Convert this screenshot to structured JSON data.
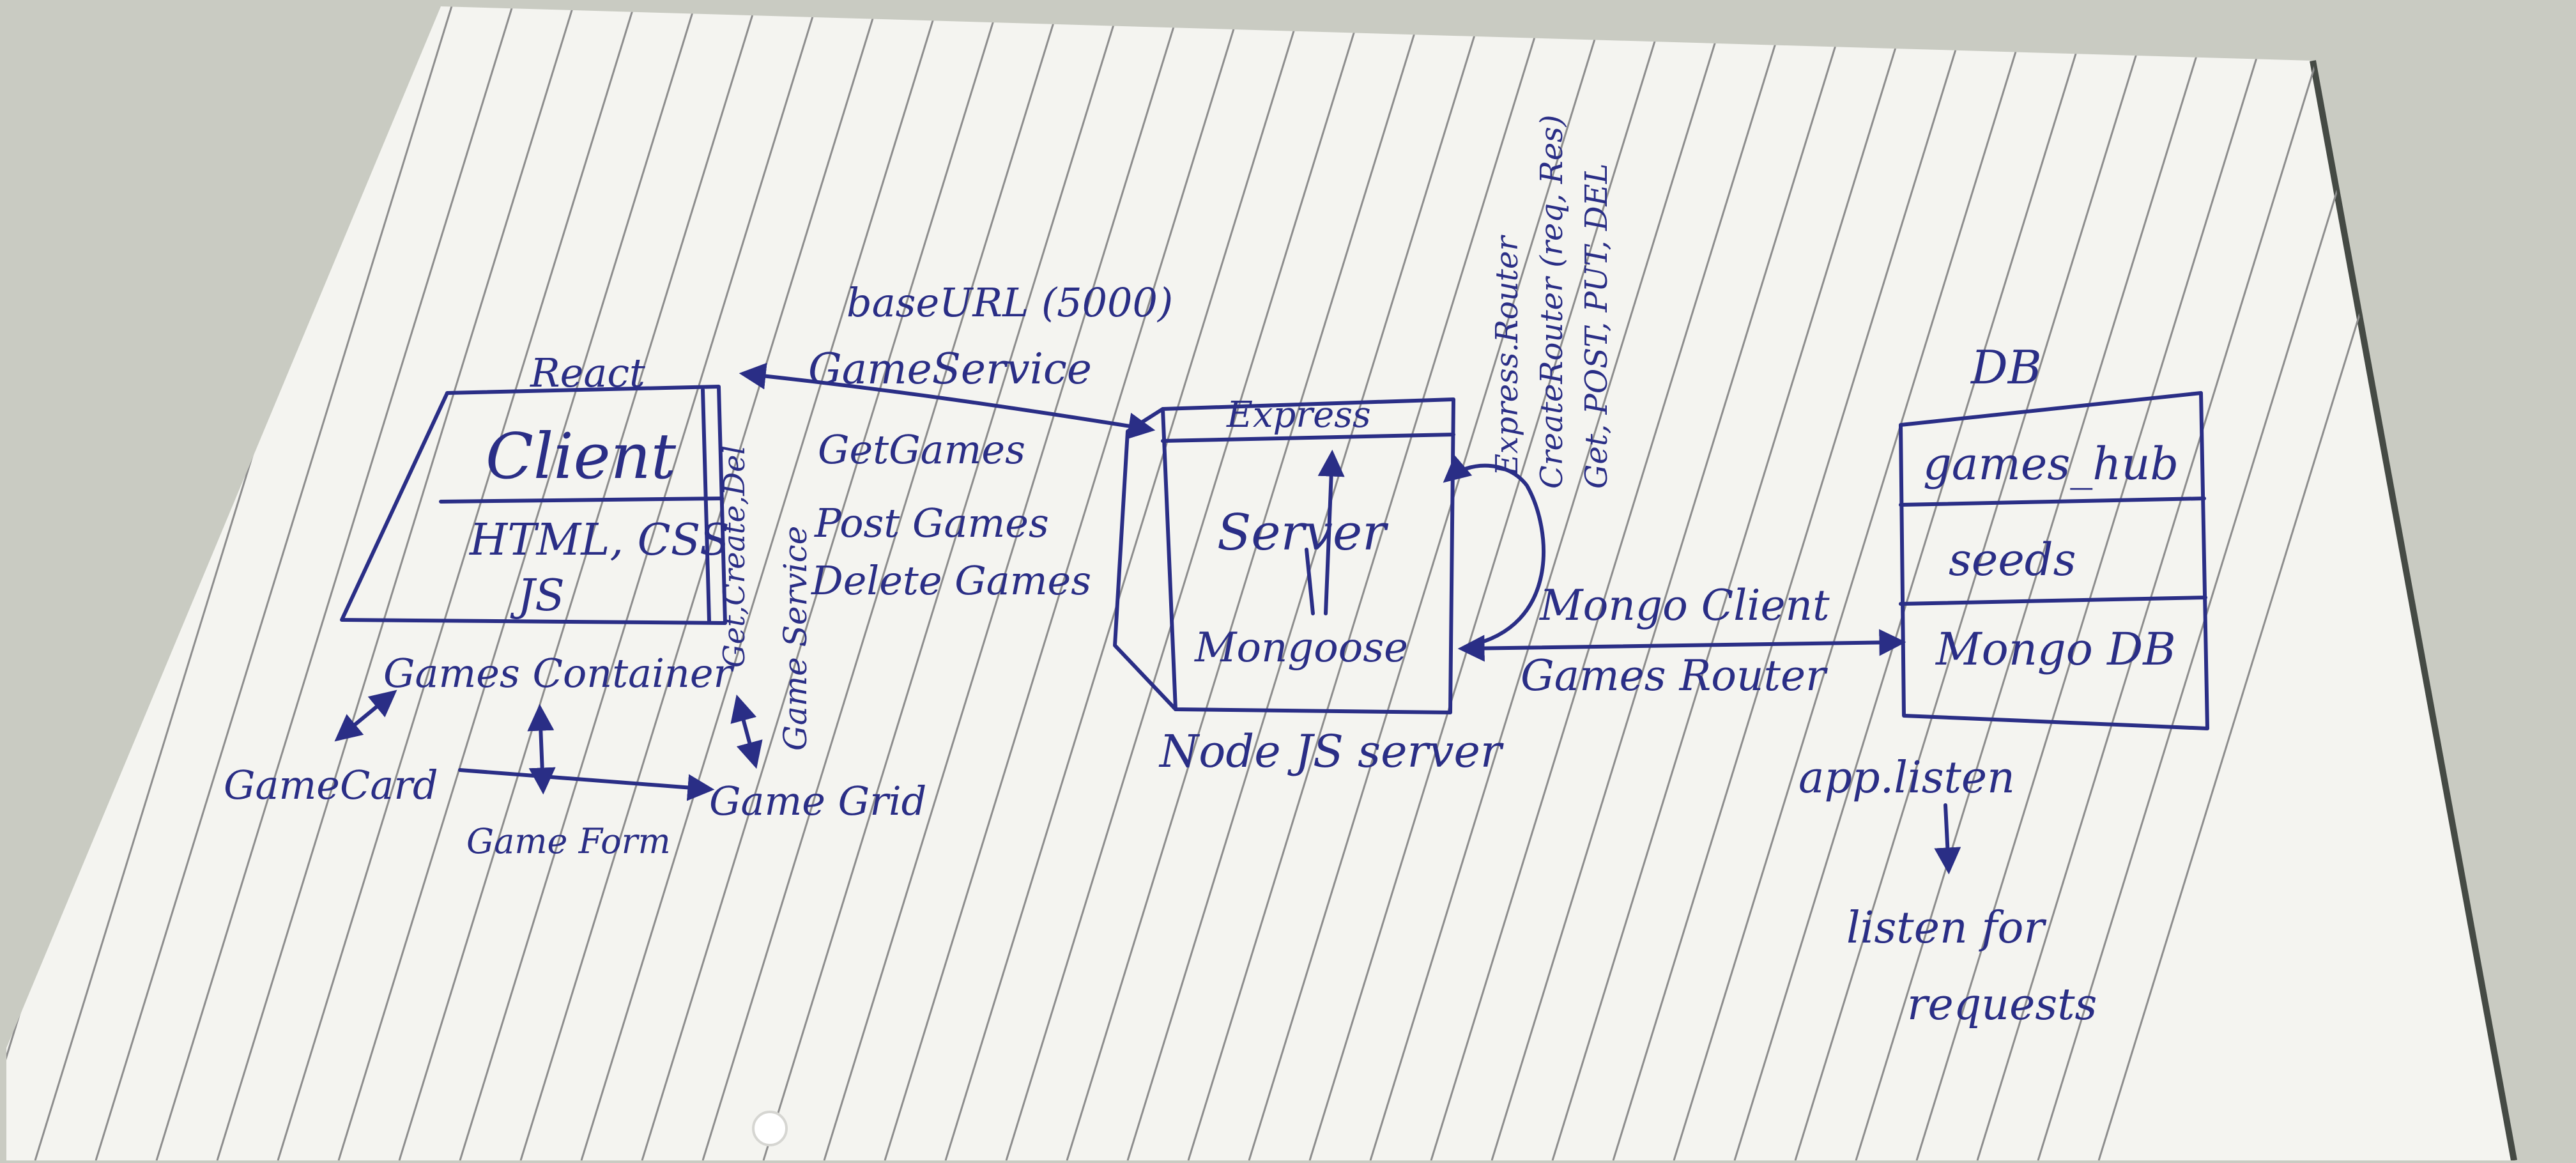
{
  "colors": {
    "ink": "#2a2e86",
    "paper": "#f4f4f0",
    "background": "#c9cbc2",
    "rules": "#8d8d8d"
  },
  "client": {
    "header": "React",
    "title": "Client",
    "tech_line1": "HTML, CSS",
    "tech_line2": "JS",
    "side_label": "Get,Create,Del",
    "container": "Games Container",
    "service_vertical": "Game Service",
    "children": [
      "GameCard",
      "Game Form",
      "Game Grid"
    ]
  },
  "service": {
    "base_url": "baseURL (5000)",
    "name": "GameService",
    "methods": [
      "GetGames",
      "Post Games",
      "Delete Games"
    ]
  },
  "server": {
    "top": "Express",
    "middle": "Server",
    "bottom": "Mongoose",
    "caption": "Node JS server",
    "router_notes": [
      "Express.Router",
      "CreateRouter (req, Res)",
      "Get, POST, PUT, DEL"
    ]
  },
  "connection": {
    "line1": "Mongo Client",
    "line2": "Games Router"
  },
  "db": {
    "header": "DB",
    "rows": [
      "games_hub",
      "seeds",
      "Mongo DB"
    ]
  },
  "listen": {
    "label": "app.listen",
    "result_line1": "listen for",
    "result_line2": "requests"
  }
}
